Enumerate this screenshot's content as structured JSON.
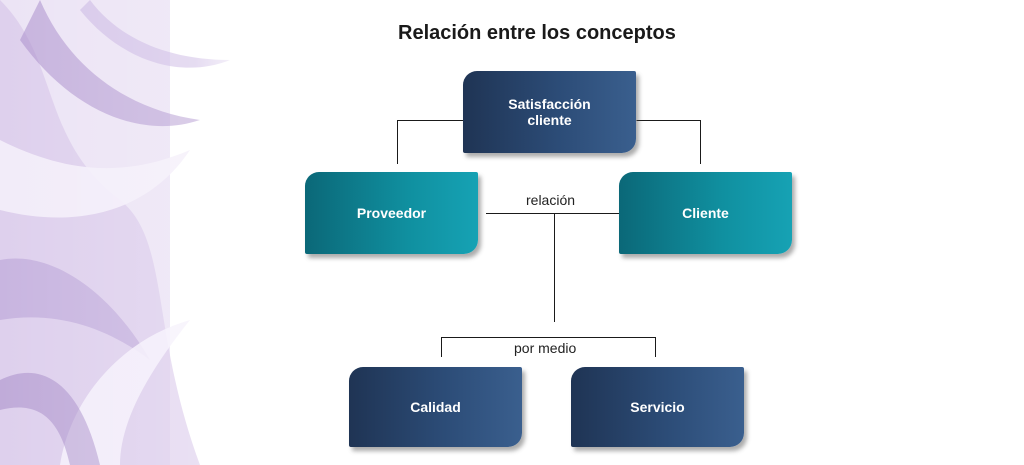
{
  "diagram": {
    "title": "Relación entre los conceptos",
    "nodes": {
      "satisfaccion": "Satisfacción\ncliente",
      "proveedor": "Proveedor",
      "cliente": "Cliente",
      "calidad": "Calidad",
      "servicio": "Servicio"
    },
    "edge_labels": {
      "relacion": "relación",
      "por_medio": "por medio"
    }
  },
  "colors": {
    "navy_box": "#2c4c77",
    "teal_box": "#1090a0",
    "decor_lavender": "#b9a3d6"
  }
}
